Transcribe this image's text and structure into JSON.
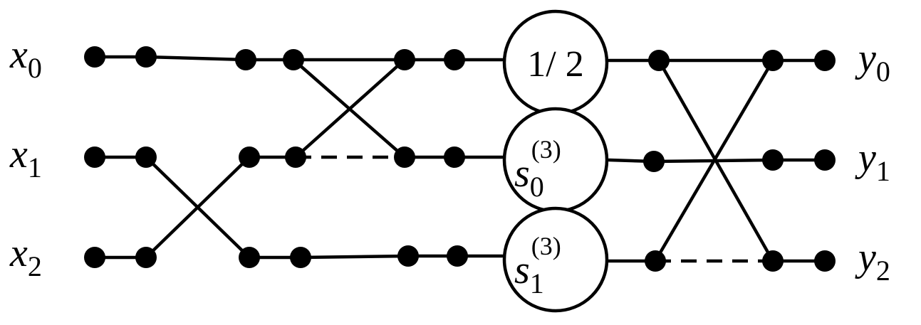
{
  "diagram": {
    "inputs": [
      {
        "var": "x",
        "sub": "0"
      },
      {
        "var": "x",
        "sub": "1"
      },
      {
        "var": "x",
        "sub": "2"
      }
    ],
    "outputs": [
      {
        "var": "y",
        "sub": "0"
      },
      {
        "var": "y",
        "sub": "1"
      },
      {
        "var": "y",
        "sub": "2"
      }
    ],
    "nodes": {
      "half": {
        "text": "1/ 2"
      },
      "s0": {
        "var": "s",
        "sub": "0",
        "sup": "(3)"
      },
      "s1": {
        "var": "s",
        "sub": "1",
        "sup": "(3)"
      }
    },
    "colors": {
      "stroke": "#000000",
      "background": "#ffffff"
    }
  }
}
